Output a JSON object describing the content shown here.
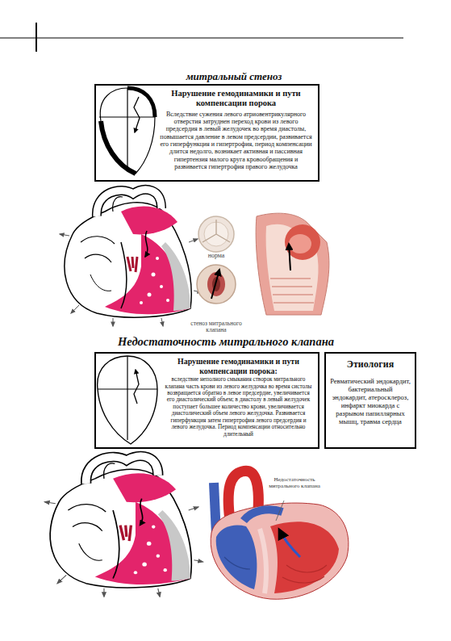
{
  "diagram": {
    "nodes": [
      {
        "text": [
          "Нарушение гемодинамики и пути компенсации порока",
          "Вследствие сужения левого атриовентрикулярного отверстия затруднен переход крови из левого предсердия в левый желудочек во время диастолы, повышается давление в левом предсердии, развивается его гиперфункция и гипертрофия, период компенсации длится недолго, возникает активная и пассивная гипертензия малого круга кровообращения и развивается гипертрофия правого желудочка"
        ]
      },
      {
        "text": [
          "Нарушение гемодинамики и пути компенсации порока:",
          "вследствие неполного смыкания створок митрального клапана часть крови из левого желудочка во время систолы возвращается обратно в левое предсердие, увеличивается его диастолический объем; в диастолу в левый желудочек поступает большее количество крови, увеличивается диастолический объем левого желудочка. Развивается гиперфункция затем гипертрофия левого предсердия и левого желудочка. Период компенсации относительно длительный"
        ]
      },
      {
        "text": [
          "Этиология",
          "Ревматический эндокардит, бактериальный эндокардит, атеросклероз, инфаркт миокарда с разрывом папиллярных мышц, травма сердца"
        ]
      }
    ],
    "labels": [
      "митральный стеноз",
      "норма",
      "стеноз митрального клапана",
      "Недостаточность митрального клапана",
      "Недостаточность митрального клапана"
    ]
  }
}
